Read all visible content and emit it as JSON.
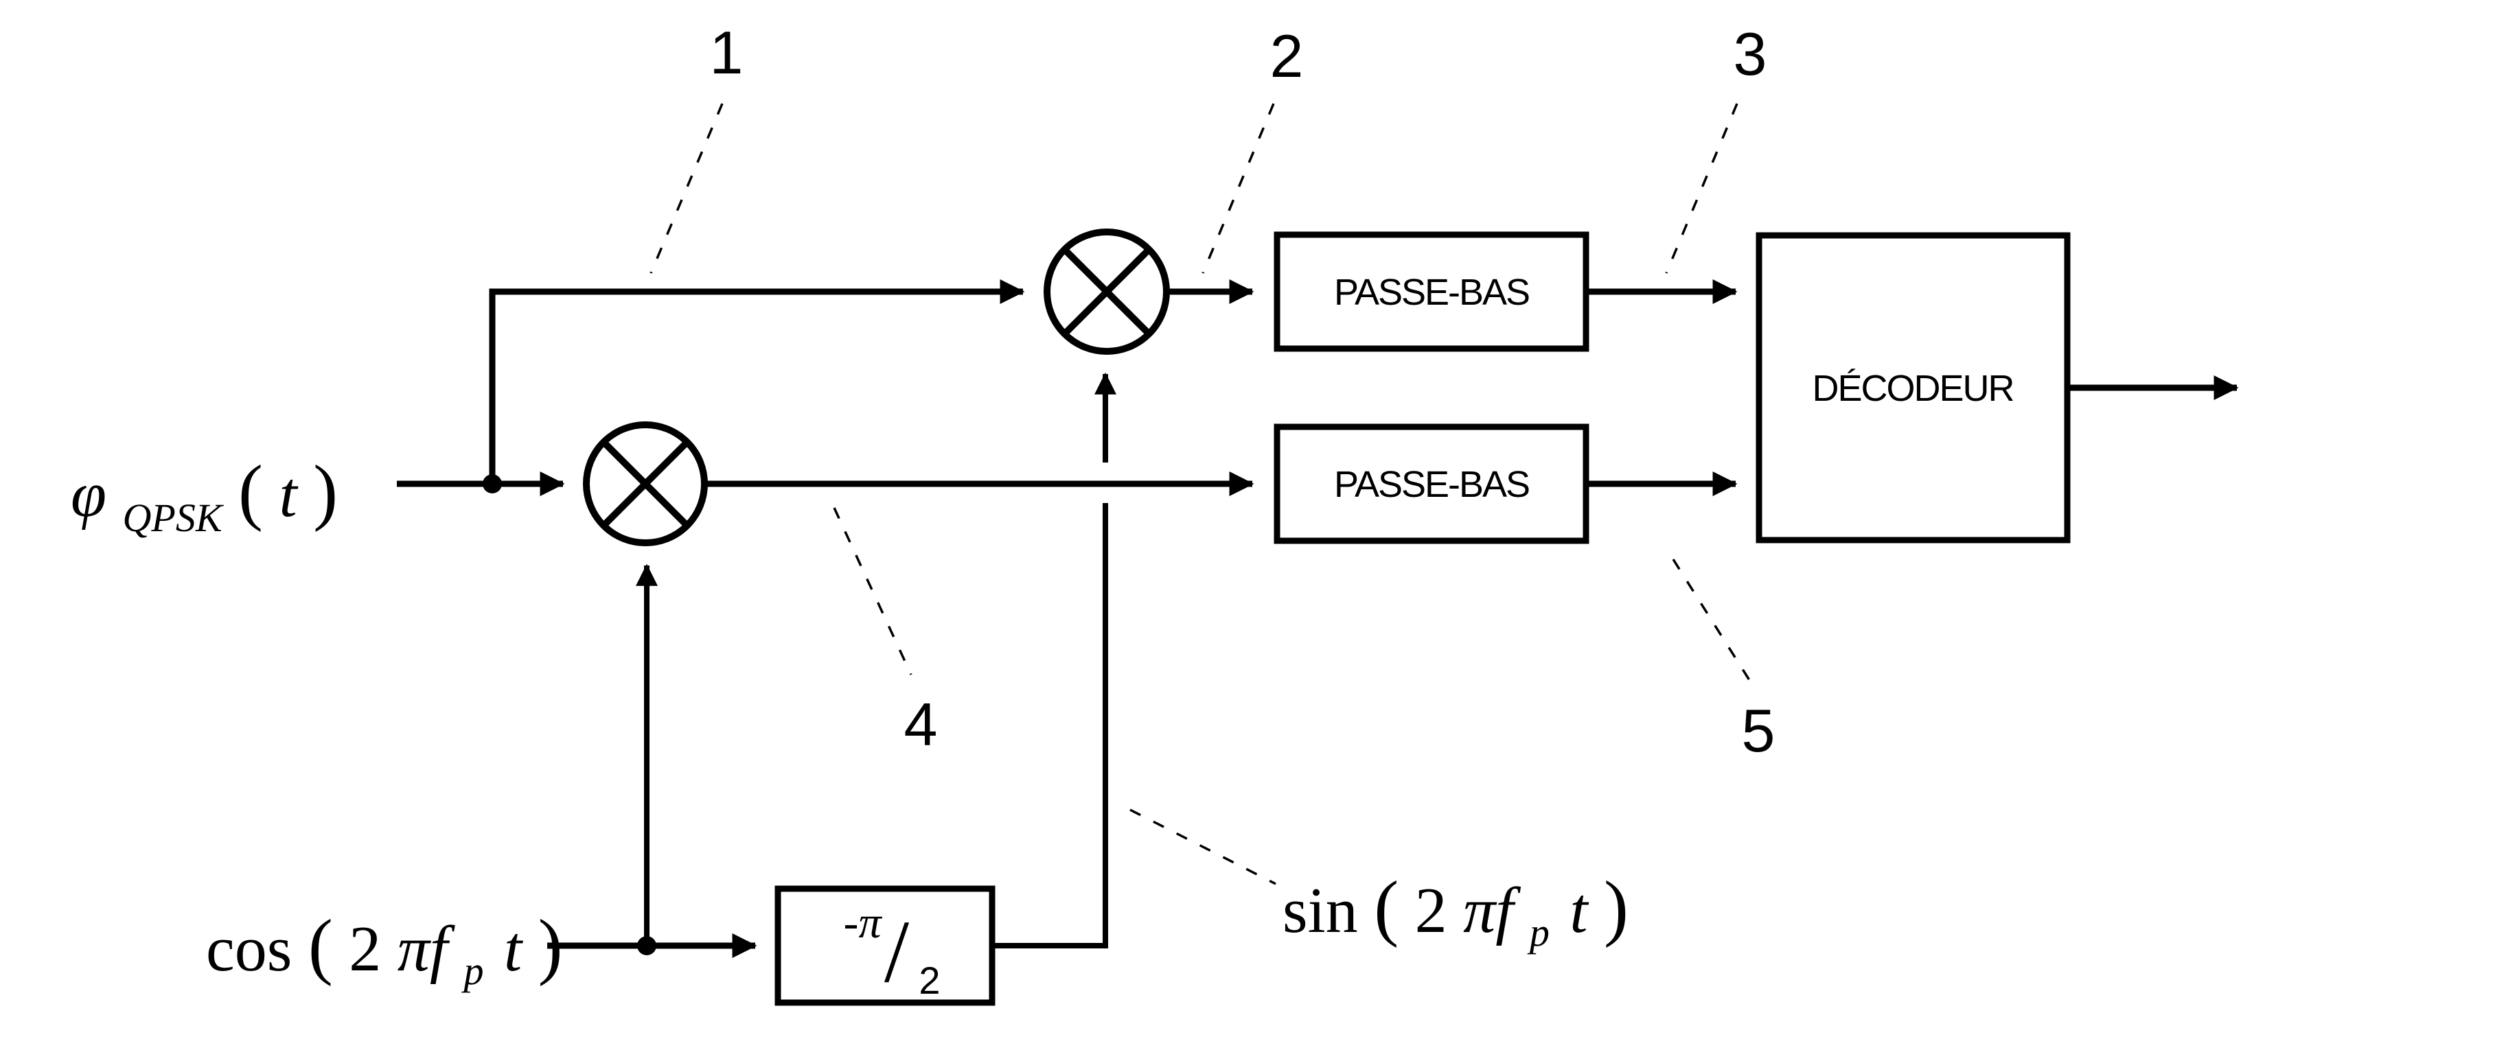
{
  "labels": {
    "input": {
      "sym": "φ",
      "sub": "QPSK",
      "open": "(",
      "var": "t",
      "close": ")"
    },
    "cos": {
      "fn": "cos",
      "open": "(",
      "coeff": "2",
      "body": "πf",
      "sub": "p",
      "var": "t",
      "close": ")"
    },
    "sin": {
      "fn": "sin",
      "open": "(",
      "coeff": "2",
      "body": "πf",
      "sub": "p",
      "var": "t",
      "close": ")"
    },
    "phase": {
      "num": "-π",
      "slash": "/",
      "den": "2"
    }
  },
  "blocks": {
    "lowpass_top": "PASSE-BAS",
    "lowpass_bottom": "PASSE-BAS",
    "decoder": "DÉCODEUR"
  },
  "callouts": {
    "n1": "1",
    "n2": "2",
    "n3": "3",
    "n4": "4",
    "n5": "5"
  },
  "colors": {
    "ink": "#000000",
    "background": "#ffffff"
  }
}
